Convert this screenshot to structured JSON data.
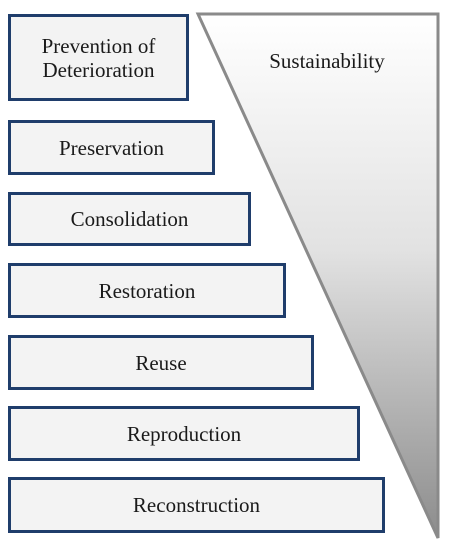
{
  "levels": [
    "Prevention of\nDeterioration",
    "Preservation",
    "Consolidation",
    "Restoration",
    "Reuse",
    "Reproduction",
    "Reconstruction"
  ],
  "wedge_label": "Sustainability",
  "colors": {
    "box_border": "#1f3d6b",
    "box_fill": "#f3f3f3",
    "wedge_top": "#ffffff",
    "wedge_bottom": "#8c8c8c",
    "wedge_edge": "#8a8a8a",
    "text": "#1a1a1a"
  }
}
